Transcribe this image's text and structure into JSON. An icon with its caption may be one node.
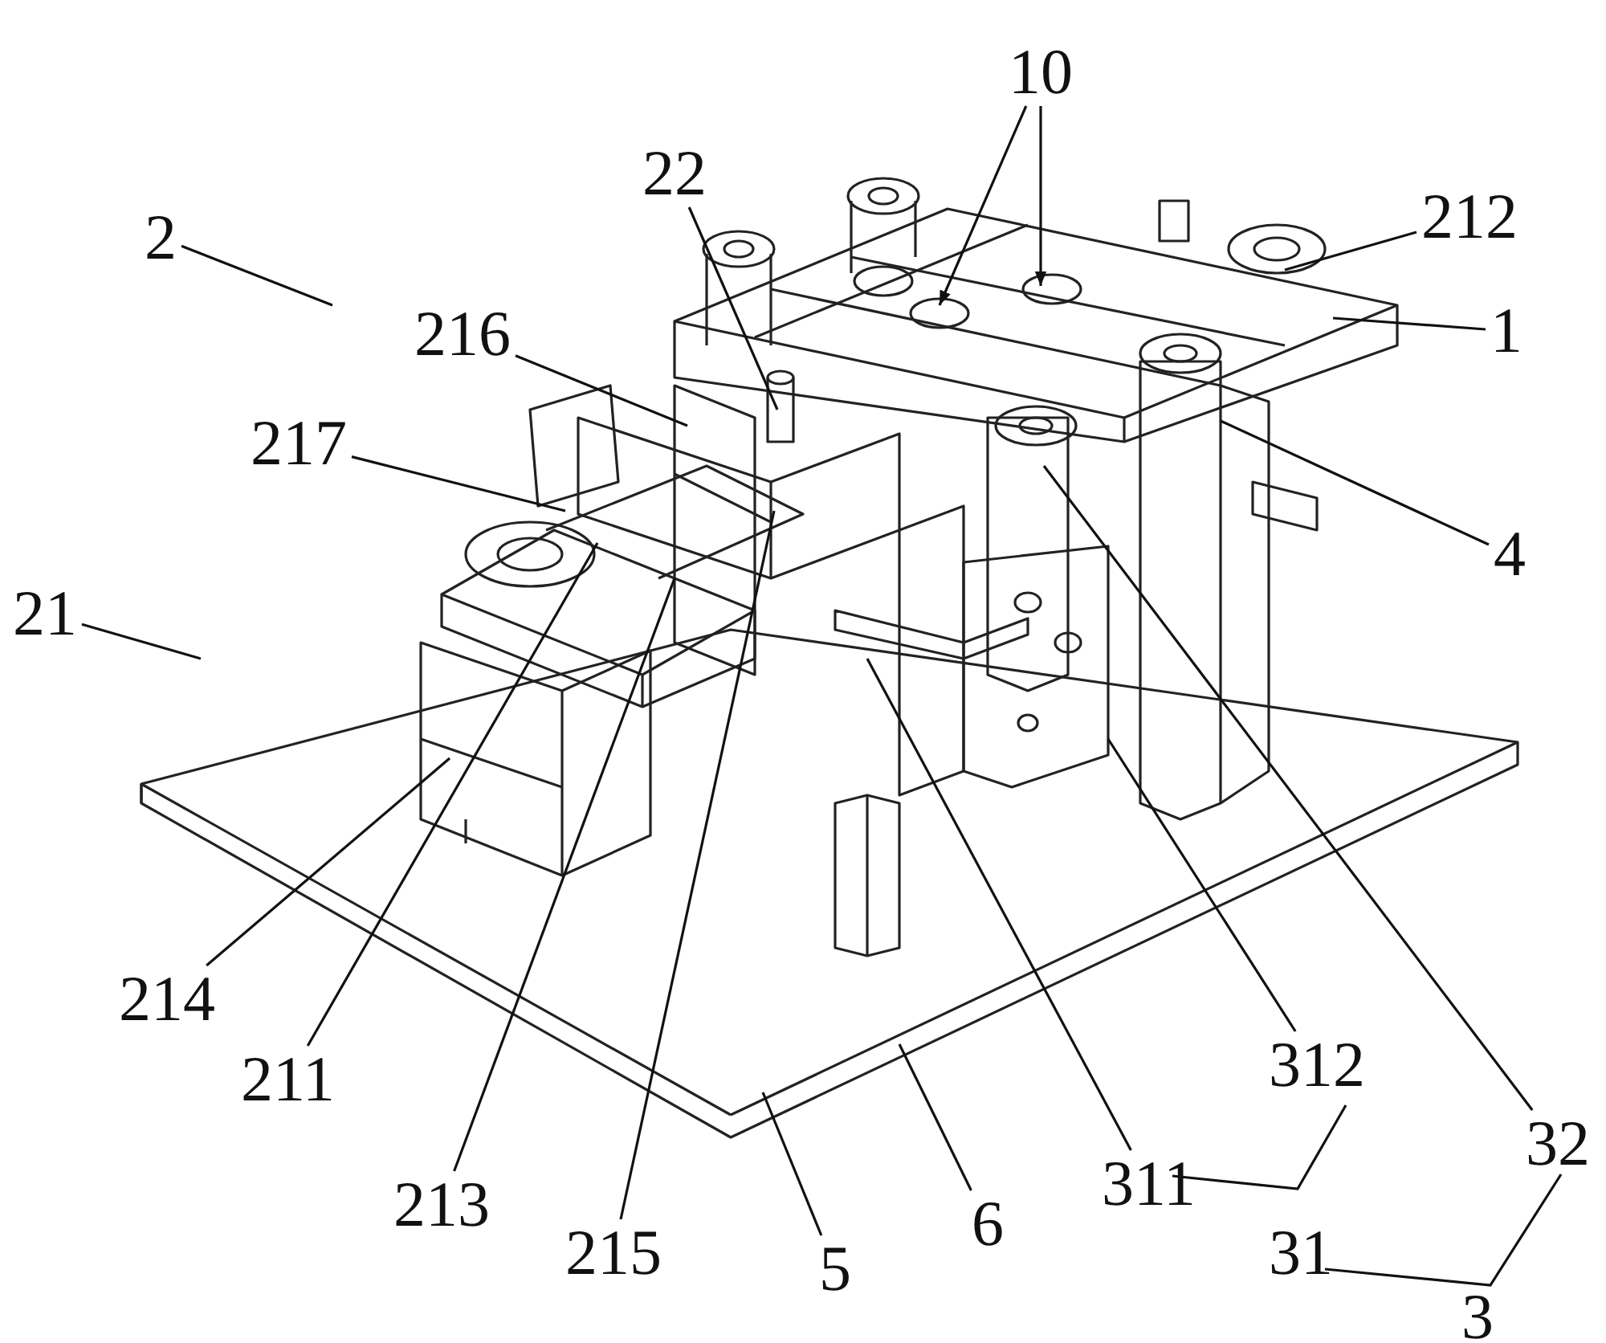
{
  "diagram": {
    "nodes": [
      {
        "text": [
          "10"
        ]
      },
      {
        "text": [
          "22"
        ]
      },
      {
        "text": [
          "2"
        ]
      },
      {
        "text": [
          "212"
        ]
      },
      {
        "text": [
          "216"
        ]
      },
      {
        "text": [
          "1"
        ]
      },
      {
        "text": [
          "217"
        ]
      },
      {
        "text": [
          "4"
        ]
      },
      {
        "text": [
          "21"
        ]
      },
      {
        "text": [
          "214"
        ]
      },
      {
        "text": [
          "211"
        ]
      },
      {
        "text": [
          "213"
        ]
      },
      {
        "text": [
          "215"
        ]
      },
      {
        "text": [
          "5"
        ]
      },
      {
        "text": [
          "6"
        ]
      },
      {
        "text": [
          "311"
        ]
      },
      {
        "text": [
          "312"
        ]
      },
      {
        "text": [
          "32"
        ]
      }
    ],
    "edges": [
      {
        "from": 0,
        "to": null,
        "arrow": "to"
      },
      {
        "from": 0,
        "to": null,
        "arrow": "to"
      },
      {
        "from": 1,
        "to": null,
        "arrow": "none"
      },
      {
        "from": 2,
        "to": null,
        "arrow": "none"
      },
      {
        "from": 3,
        "to": null,
        "arrow": "none"
      },
      {
        "from": 4,
        "to": null,
        "arrow": "none"
      },
      {
        "from": 5,
        "to": null,
        "arrow": "none"
      },
      {
        "from": 6,
        "to": null,
        "arrow": "none"
      },
      {
        "from": 7,
        "to": null,
        "arrow": "none"
      },
      {
        "from": 8,
        "to": null,
        "arrow": "none"
      },
      {
        "from": 9,
        "to": null,
        "arrow": "none"
      },
      {
        "from": 10,
        "to": null,
        "arrow": "none"
      },
      {
        "from": 11,
        "to": null,
        "arrow": "none"
      },
      {
        "from": 12,
        "to": null,
        "arrow": "none"
      },
      {
        "from": 13,
        "to": null,
        "arrow": "none"
      },
      {
        "from": 14,
        "to": null,
        "arrow": "none"
      },
      {
        "from": 15,
        "to": null,
        "arrow": "none"
      },
      {
        "from": 16,
        "to": null,
        "arrow": "none"
      },
      {
        "from": 17,
        "to": null,
        "arrow": "none"
      }
    ],
    "labels": [
      "31",
      "3"
    ]
  }
}
